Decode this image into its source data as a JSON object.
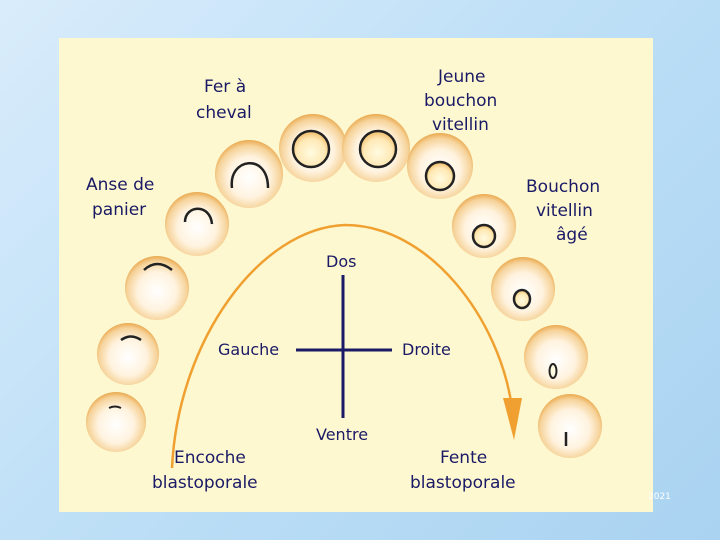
{
  "slide": {
    "footer_year": "2021"
  },
  "diagram": {
    "labels": {
      "fer_a_cheval": [
        "Fer à",
        "cheval"
      ],
      "jeune_bouchon": [
        "Jeune",
        "bouchon",
        "vitellin"
      ],
      "anse_de_panier": [
        "Anse de",
        "panier"
      ],
      "bouchon_age": [
        "Bouchon",
        "vitellin",
        "âgé"
      ],
      "encoche": [
        "Encoche",
        "blastoporale"
      ],
      "fente": [
        "Fente",
        "blastoporale"
      ]
    },
    "axes": {
      "dos": "Dos",
      "ventre": "Ventre",
      "gauche": "Gauche",
      "droite": "Droite"
    },
    "colors": {
      "panel_bg": "#fdf8cf",
      "arrow": "#f0a030",
      "text": "#1a1a66",
      "egg_outer": "#f1c27a",
      "egg_inner": "#fff6e6"
    }
  }
}
